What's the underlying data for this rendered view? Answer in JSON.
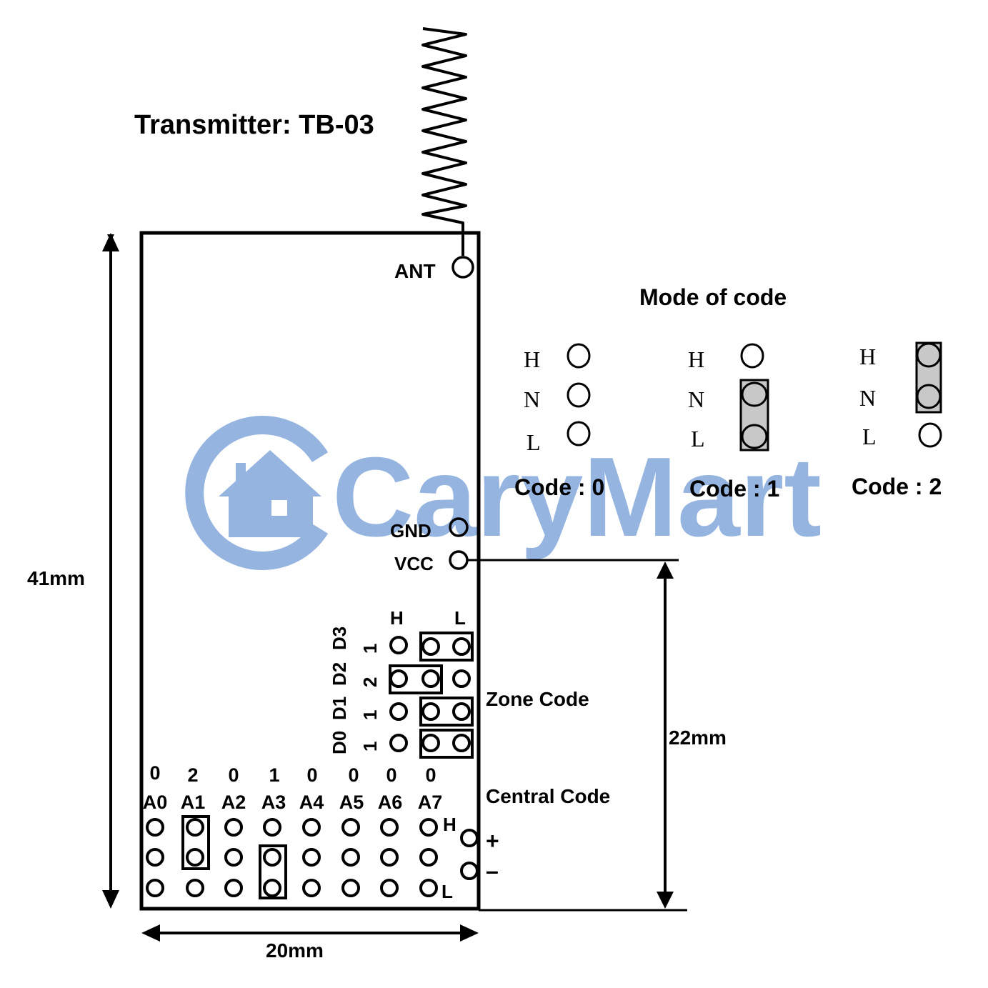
{
  "title": "Transmitter: TB-03",
  "watermark": {
    "text": "CaryMart",
    "color": "#95b4e0"
  },
  "board": {
    "ant_label": "ANT",
    "gnd_label": "GND",
    "vcc_label": "VCC",
    "zone_cols": {
      "h": "H",
      "l": "L"
    },
    "zone_rows": [
      {
        "pin": "D3",
        "value": "1"
      },
      {
        "pin": "D2",
        "value": "2"
      },
      {
        "pin": "D1",
        "value": "1"
      },
      {
        "pin": "D0",
        "value": "1"
      }
    ],
    "zone_label": "Zone Code",
    "central_label": "Central Code",
    "address_pins": [
      {
        "name": "A0",
        "value": "0"
      },
      {
        "name": "A1",
        "value": "2"
      },
      {
        "name": "A2",
        "value": "0"
      },
      {
        "name": "A3",
        "value": "1"
      },
      {
        "name": "A4",
        "value": "0"
      },
      {
        "name": "A5",
        "value": "0"
      },
      {
        "name": "A6",
        "value": "0"
      },
      {
        "name": "A7",
        "value": "0"
      }
    ],
    "power": {
      "h": "H",
      "l": "L",
      "plus": "+",
      "minus": "–"
    }
  },
  "dimensions": {
    "height": "41mm",
    "width": "20mm",
    "vcc_span": "22mm"
  },
  "mode": {
    "title": "Mode of code",
    "states": [
      "H",
      "N",
      "L"
    ],
    "codes": [
      {
        "label": "Code : 0",
        "jumper": "none"
      },
      {
        "label": "Code : 1",
        "jumper": "N-L"
      },
      {
        "label": "Code : 2",
        "jumper": "H-N"
      }
    ],
    "jumper_fill": "#c8c8c8"
  }
}
